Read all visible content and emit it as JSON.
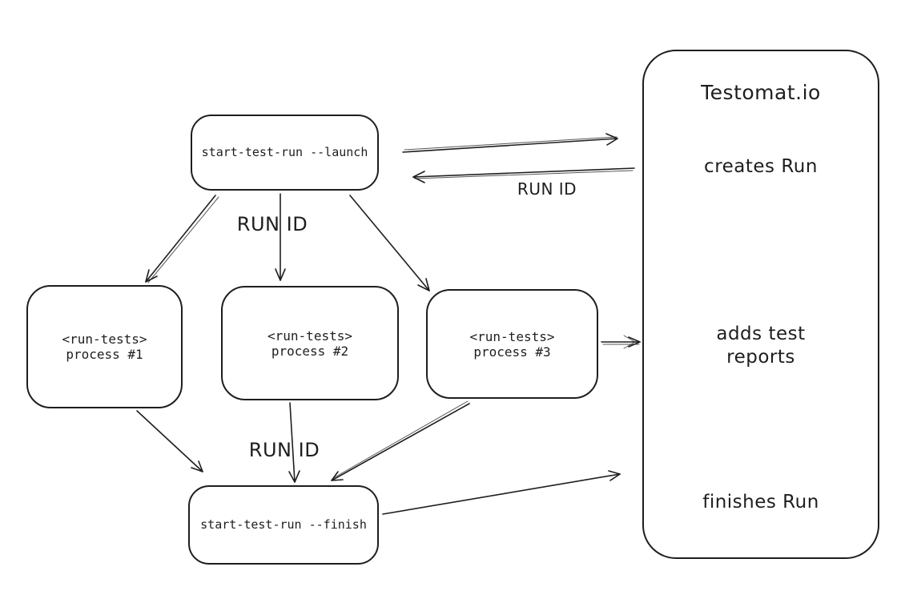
{
  "nodes": {
    "launch": {
      "label": "start-test-run --launch"
    },
    "process_1": {
      "line1": "<run-tests>",
      "line2": "process #1"
    },
    "process_2": {
      "line1": "<run-tests>",
      "line2": "process #2"
    },
    "process_3": {
      "line1": "<run-tests>",
      "line2": "process #3"
    },
    "finish": {
      "label": "start-test-run --finish"
    },
    "testomat": {
      "title": "Testomat.io",
      "step_creates": "creates Run",
      "step_adds_line1": "adds test",
      "step_adds_line2": "reports",
      "step_finishes": "finishes Run"
    }
  },
  "edge_labels": {
    "run_id_top": "RUN ID",
    "run_id_middle": "RUN ID",
    "run_id_bottom": "RUN ID"
  },
  "colors": {
    "stroke": "#1e1e1e",
    "background": "#ffffff"
  }
}
